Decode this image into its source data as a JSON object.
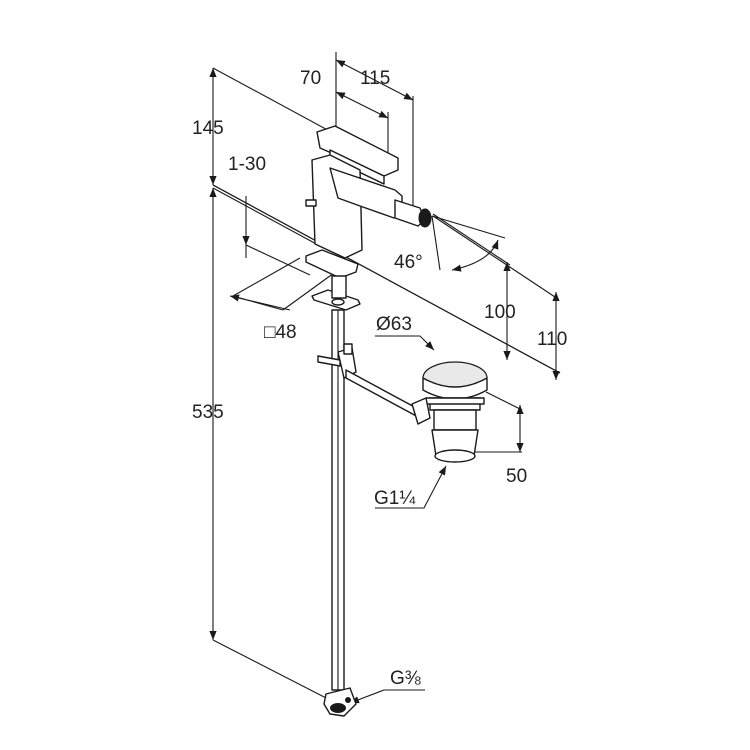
{
  "dimensions": {
    "d70": "70",
    "d115": "115",
    "d145": "145",
    "d1_30": "1-30",
    "d46": "46°",
    "d100": "100",
    "d110": "110",
    "d48": "□48",
    "d63": "Ø63",
    "d535": "535",
    "d50": "50",
    "g114": "G1¼",
    "g38": "G⅜"
  },
  "colors": {
    "line": "#1a1a1a",
    "text": "#222222",
    "shade": "#e9e9e9"
  }
}
